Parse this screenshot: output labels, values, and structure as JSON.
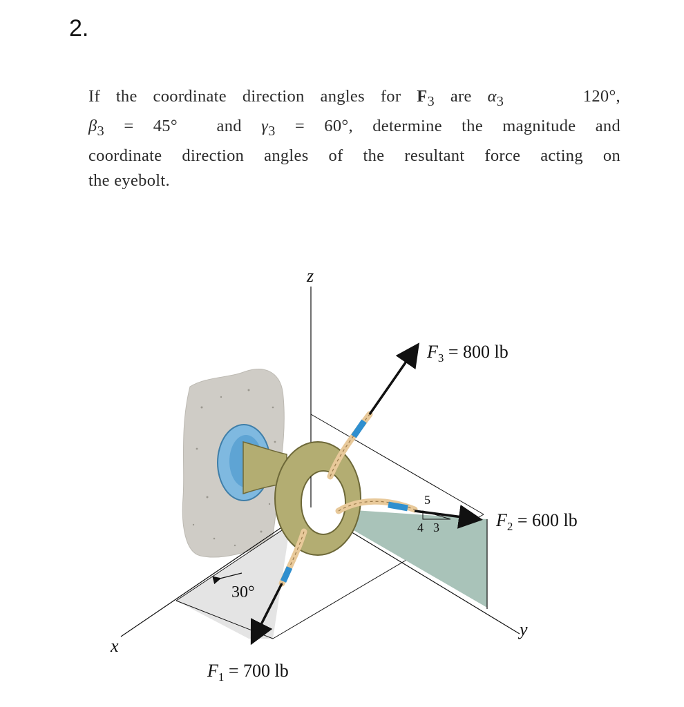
{
  "question_number": "2.",
  "problem": {
    "line1_a": "If the coordinate direction angles for ",
    "line1_F": "F",
    "line1_sub3": "3",
    "line1_b": " are ",
    "line1_alpha": "α",
    "line1_alpha_sub": "3",
    "line1_c": "     120°,",
    "line2_beta": "β",
    "line2_beta_sub": "3",
    "line2_a": " = 45°  and ",
    "line2_gamma": "γ",
    "line2_gamma_sub": "3",
    "line2_b": " = 60°, determine the magnitude and",
    "line3": "coordinate direction angles of the resultant force acting on",
    "line4": "the eyebolt."
  },
  "figure": {
    "axis_z": "z",
    "axis_x": "x",
    "axis_y": "y",
    "f3_label": "F",
    "f3_sub": "3",
    "f3_value": " = 800 lb",
    "f2_label": "F",
    "f2_sub": "2",
    "f2_value": " = 600 lb",
    "f1_label": "F",
    "f1_sub": "1",
    "f1_value": " = 700 lb",
    "angle_label": "30°",
    "slope_5": "5",
    "slope_4": "4",
    "slope_3": "3",
    "colors": {
      "wall": "#cfccc6",
      "plate": "#7fb9e0",
      "ring": "#b3ad72",
      "plane_yz": "#a9c3b9",
      "plane_xy": "#e4e4e4",
      "rope": "#e8c99a",
      "rope_blue": "#2f8fcf"
    }
  }
}
